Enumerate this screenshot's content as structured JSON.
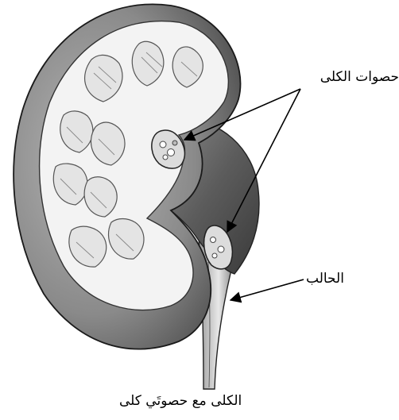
{
  "labels": {
    "kidney_stones": "حصوات الكلى",
    "ureter": "الحالب",
    "caption": "الكلى مع حصوتَي كلى"
  },
  "icons": {
    "kidney": "kidney-cross-section-illustration",
    "stone": "kidney-stone-icon",
    "arrow": "annotation-arrow"
  },
  "colors": {
    "ink": "#000000",
    "cortex_shade": "#6e6e6e",
    "medulla": "#f3f3f3",
    "stone": "#dcdcdc"
  }
}
